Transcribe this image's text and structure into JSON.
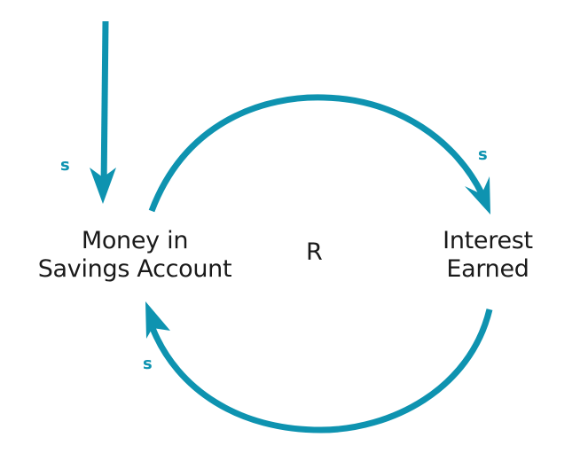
{
  "diagram": {
    "type": "causal-loop",
    "accent_color": "#0e93b0",
    "nodes": [
      {
        "id": "money",
        "label_line1": "Money in",
        "label_line2": "Savings Account"
      },
      {
        "id": "interest",
        "label_line1": "Interest",
        "label_line2": "Earned"
      }
    ],
    "loop": {
      "label": "R",
      "meaning": "reinforcing"
    },
    "links": [
      {
        "from": "external-inflow",
        "to": "money",
        "polarity": "s"
      },
      {
        "from": "money",
        "to": "interest",
        "polarity": "s"
      },
      {
        "from": "interest",
        "to": "money",
        "polarity": "s"
      }
    ]
  }
}
